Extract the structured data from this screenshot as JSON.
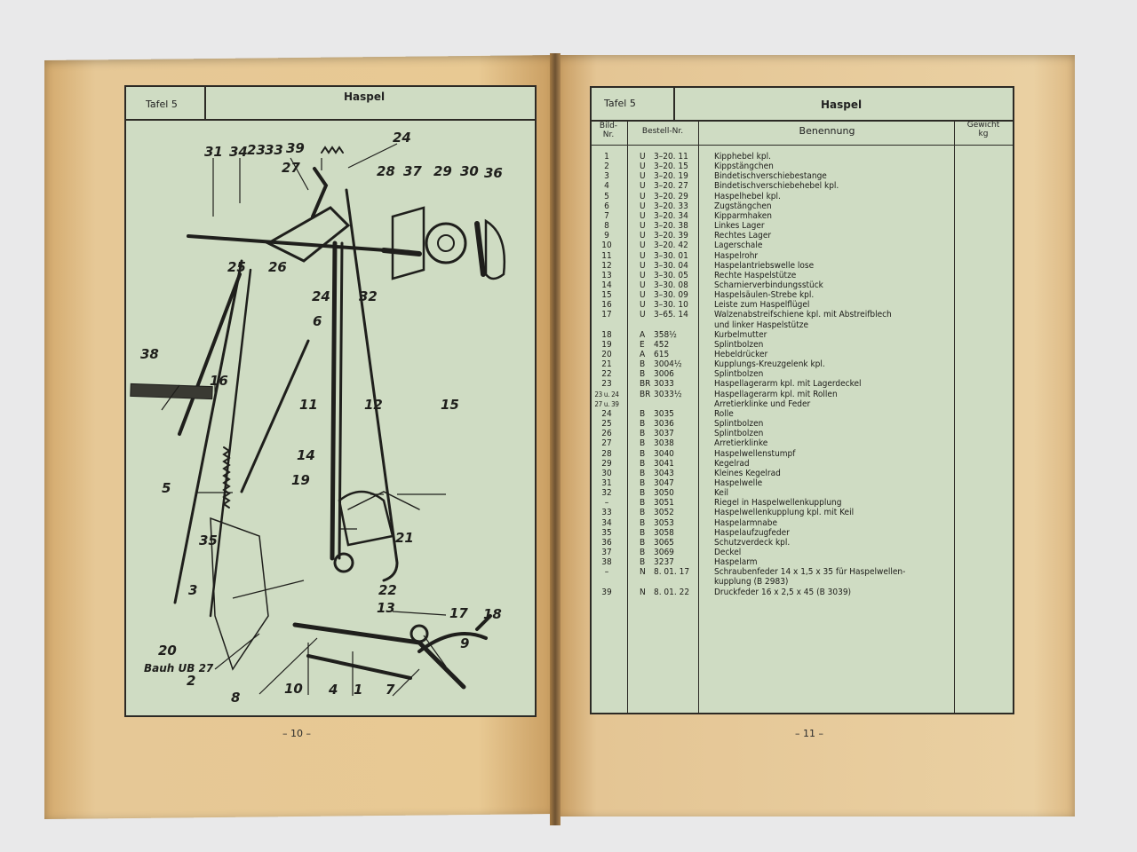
{
  "left_page": {
    "tafel": "Tafel 5",
    "title": "Haspel",
    "folio": "– 10 –",
    "diagram_labels": [
      "31",
      "34",
      "23",
      "33",
      "39",
      "24",
      "27",
      "28",
      "37",
      "29",
      "30",
      "36",
      "25",
      "26",
      "24",
      "32",
      "38",
      "6",
      "16",
      "11",
      "12",
      "15",
      "14",
      "19",
      "5",
      "35",
      "21",
      "22",
      "13",
      "17",
      "18",
      "9",
      "3",
      "20",
      "2",
      "8",
      "10",
      "4",
      "1",
      "7"
    ],
    "maker_mark": "Bauh UB 27"
  },
  "right_page": {
    "tafel": "Tafel 5",
    "title": "Haspel",
    "folio": "– 11 –",
    "headers": {
      "bild_nr": [
        "Bild-",
        "Nr."
      ],
      "bestell_nr": "Bestell-Nr.",
      "benennung": "Benennung",
      "gewicht": [
        "Gewicht",
        "kg"
      ]
    },
    "rows": [
      {
        "nr": "1",
        "pre": "U",
        "num": "3–20. 11",
        "name": "Kipphebel kpl."
      },
      {
        "nr": "2",
        "pre": "U",
        "num": "3–20. 15",
        "name": "Kippstängchen"
      },
      {
        "nr": "3",
        "pre": "U",
        "num": "3–20. 19",
        "name": "Bindetischverschiebestange"
      },
      {
        "nr": "4",
        "pre": "U",
        "num": "3–20. 27",
        "name": "Bindetischverschiebehebel kpl."
      },
      {
        "nr": "5",
        "pre": "U",
        "num": "3–20. 29",
        "name": "Haspelhebel kpl."
      },
      {
        "nr": "6",
        "pre": "U",
        "num": "3–20. 33",
        "name": "Zugstängchen"
      },
      {
        "nr": "7",
        "pre": "U",
        "num": "3–20. 34",
        "name": "Kipparmhaken"
      },
      {
        "nr": "8",
        "pre": "U",
        "num": "3–20. 38",
        "name": "Linkes Lager"
      },
      {
        "nr": "9",
        "pre": "U",
        "num": "3–20. 39",
        "name": "Rechtes Lager"
      },
      {
        "nr": "10",
        "pre": "U",
        "num": "3–20. 42",
        "name": "Lagerschale"
      },
      {
        "nr": "11",
        "pre": "U",
        "num": "3–30. 01",
        "name": "Haspelrohr"
      },
      {
        "nr": "12",
        "pre": "U",
        "num": "3–30. 04",
        "name": "Haspelantriebswelle lose"
      },
      {
        "nr": "13",
        "pre": "U",
        "num": "3–30. 05",
        "name": "Rechte Haspelstütze"
      },
      {
        "nr": "14",
        "pre": "U",
        "num": "3–30. 08",
        "name": "Scharnierverbindungsstück"
      },
      {
        "nr": "15",
        "pre": "U",
        "num": "3–30. 09",
        "name": "Haspelsäulen-Strebe kpl."
      },
      {
        "nr": "16",
        "pre": "U",
        "num": "3–30. 10",
        "name": "Leiste zum Haspelflügel"
      },
      {
        "nr": "17",
        "pre": "U",
        "num": "3–65. 14",
        "name": "Walzenabstreifschiene kpl. mit Abstreifblech"
      },
      {
        "nr": "",
        "pre": "",
        "num": "",
        "name": "und linker Haspelstütze"
      },
      {
        "nr": "18",
        "pre": "A",
        "num": "358½",
        "name": "Kurbelmutter"
      },
      {
        "nr": "19",
        "pre": "E",
        "num": "452",
        "name": "Splintbolzen"
      },
      {
        "nr": "20",
        "pre": "A",
        "num": "615",
        "name": "Hebeldrücker"
      },
      {
        "nr": "21",
        "pre": "B",
        "num": "3004½",
        "name": "Kupplungs-Kreuzgelenk kpl."
      },
      {
        "nr": "22",
        "pre": "B",
        "num": "3006",
        "name": "Splintbolzen"
      },
      {
        "nr": "23",
        "pre": "BR",
        "num": "3033",
        "name": "Haspellagerarm kpl. mit Lagerdeckel"
      },
      {
        "nr": "23 u. 24",
        "pre": "BR",
        "num": "3033½",
        "name": "Haspellagerarm kpl. mit Rollen"
      },
      {
        "nr": "27 u. 39",
        "pre": "",
        "num": "",
        "name": "Arretierklinke und Feder"
      },
      {
        "nr": "24",
        "pre": "B",
        "num": "3035",
        "name": "Rolle"
      },
      {
        "nr": "25",
        "pre": "B",
        "num": "3036",
        "name": "Splintbolzen"
      },
      {
        "nr": "26",
        "pre": "B",
        "num": "3037",
        "name": "Splintbolzen"
      },
      {
        "nr": "27",
        "pre": "B",
        "num": "3038",
        "name": "Arretierklinke"
      },
      {
        "nr": "28",
        "pre": "B",
        "num": "3040",
        "name": "Haspelwellenstumpf"
      },
      {
        "nr": "29",
        "pre": "B",
        "num": "3041",
        "name": "Kegelrad"
      },
      {
        "nr": "30",
        "pre": "B",
        "num": "3043",
        "name": "Kleines Kegelrad"
      },
      {
        "nr": "31",
        "pre": "B",
        "num": "3047",
        "name": "Haspelwelle"
      },
      {
        "nr": "32",
        "pre": "B",
        "num": "3050",
        "name": "Keil"
      },
      {
        "nr": "–",
        "pre": "B",
        "num": "3051",
        "name": "Riegel in Haspelwellenkupplung"
      },
      {
        "nr": "33",
        "pre": "B",
        "num": "3052",
        "name": "Haspelwellenkupplung kpl. mit Keil"
      },
      {
        "nr": "34",
        "pre": "B",
        "num": "3053",
        "name": "Haspelarmnabe"
      },
      {
        "nr": "35",
        "pre": "B",
        "num": "3058",
        "name": "Haspelaufzugfeder"
      },
      {
        "nr": "36",
        "pre": "B",
        "num": "3065",
        "name": "Schutzverdeck kpl."
      },
      {
        "nr": "37",
        "pre": "B",
        "num": "3069",
        "name": "Deckel"
      },
      {
        "nr": "38",
        "pre": "B",
        "num": "3237",
        "name": "Haspelarm"
      },
      {
        "nr": "–",
        "pre": "N",
        "num": "8. 01. 17",
        "name": "Schraubenfeder 14 x 1,5 x 35 für Haspelwellen-"
      },
      {
        "nr": "",
        "pre": "",
        "num": "",
        "name": "kupplung (B 2983)"
      },
      {
        "nr": "39",
        "pre": "N",
        "num": "8. 01. 22",
        "name": "Druckfeder 16 x 2,5 x 45 (B 3039)"
      }
    ]
  }
}
